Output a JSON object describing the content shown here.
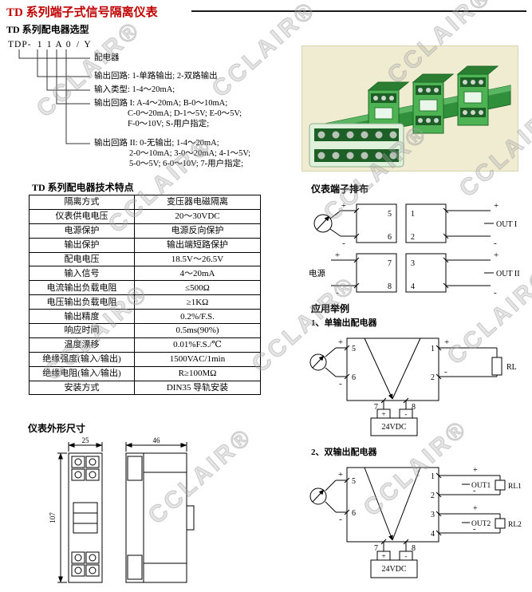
{
  "watermark": {
    "text": "CCLAIR®"
  },
  "header": {
    "title": "TD 系列端子式信号隔离仪表"
  },
  "selection": {
    "heading": "TD 系列配电器选型",
    "model": {
      "prefix": "TDP-",
      "digits": [
        "1",
        "1",
        "A",
        "0",
        "/",
        "Y"
      ]
    },
    "legend": {
      "item1": "配电器",
      "item2": "输出回路: 1-单路输出; 2-双路输出",
      "item3": "输入类型: 1-4～20mA;",
      "item4a": "输出回路 I: A-4～20mA; B-0～10mA;",
      "item4b": "C-0～20mA; D-1～5V; E-0～5V;",
      "item4c": "F-0～10V; S-用户指定;",
      "item5a": "输出回路 II: 0-无输出; 1-4～20mA;",
      "item5b": "2-0～10mA; 3-0～20mA; 4-1～5V;",
      "item5c": "5-0～5V; 6-0～10V; 7-用户指定;"
    }
  },
  "specs": {
    "heading": "TD 系列配电器技术特点",
    "rows": [
      {
        "label": "隔离方式",
        "value": "变压器电磁隔离"
      },
      {
        "label": "仪表供电电压",
        "value": "20～30VDC"
      },
      {
        "label": "电源保护",
        "value": "电源反向保护"
      },
      {
        "label": "输出保护",
        "value": "输出端短路保护"
      },
      {
        "label": "配电电压",
        "value": "18.5V～26.5V"
      },
      {
        "label": "输入信号",
        "value": "4～20mA"
      },
      {
        "label": "电流输出负载电阻",
        "value": "≤500Ω"
      },
      {
        "label": "电压输出负载电阻",
        "value": "≥1KΩ"
      },
      {
        "label": "输出精度",
        "value": "0.2%/F.S."
      },
      {
        "label": "响应时间",
        "value": "0.5ms(90%)"
      },
      {
        "label": "温度漂移",
        "value": "0.01%F.S./℃"
      },
      {
        "label": "绝缘强度(输入/输出)",
        "value": "1500VAC/1min"
      },
      {
        "label": "绝缘电阻(输入/输出)",
        "value": "R≥100MΩ"
      },
      {
        "label": "安装方式",
        "value": "DIN35 导轨安装"
      }
    ]
  },
  "terminals": {
    "heading": "仪表端子排布",
    "power_label": "电源",
    "out_i": "OUT I",
    "out_ii": "OUT II",
    "plus": "+",
    "minus": "-",
    "pins": {
      "p1": "1",
      "p2": "2",
      "p3": "3",
      "p4": "4",
      "p5": "5",
      "p6": "6",
      "p7": "7",
      "p8": "8"
    }
  },
  "applications": {
    "heading": "应用举例",
    "example1": {
      "title": "1、单输出配电器",
      "load": "RL",
      "supply": "24VDC"
    },
    "example2": {
      "title": "2、双输出配电器",
      "out1": "OUT1",
      "out2": "OUT2",
      "load1": "RL1",
      "load2": "RL2",
      "supply": "24VDC"
    }
  },
  "dimensions": {
    "heading": "仪表外形尺寸",
    "width": "25",
    "depth": "46",
    "height": "107"
  }
}
